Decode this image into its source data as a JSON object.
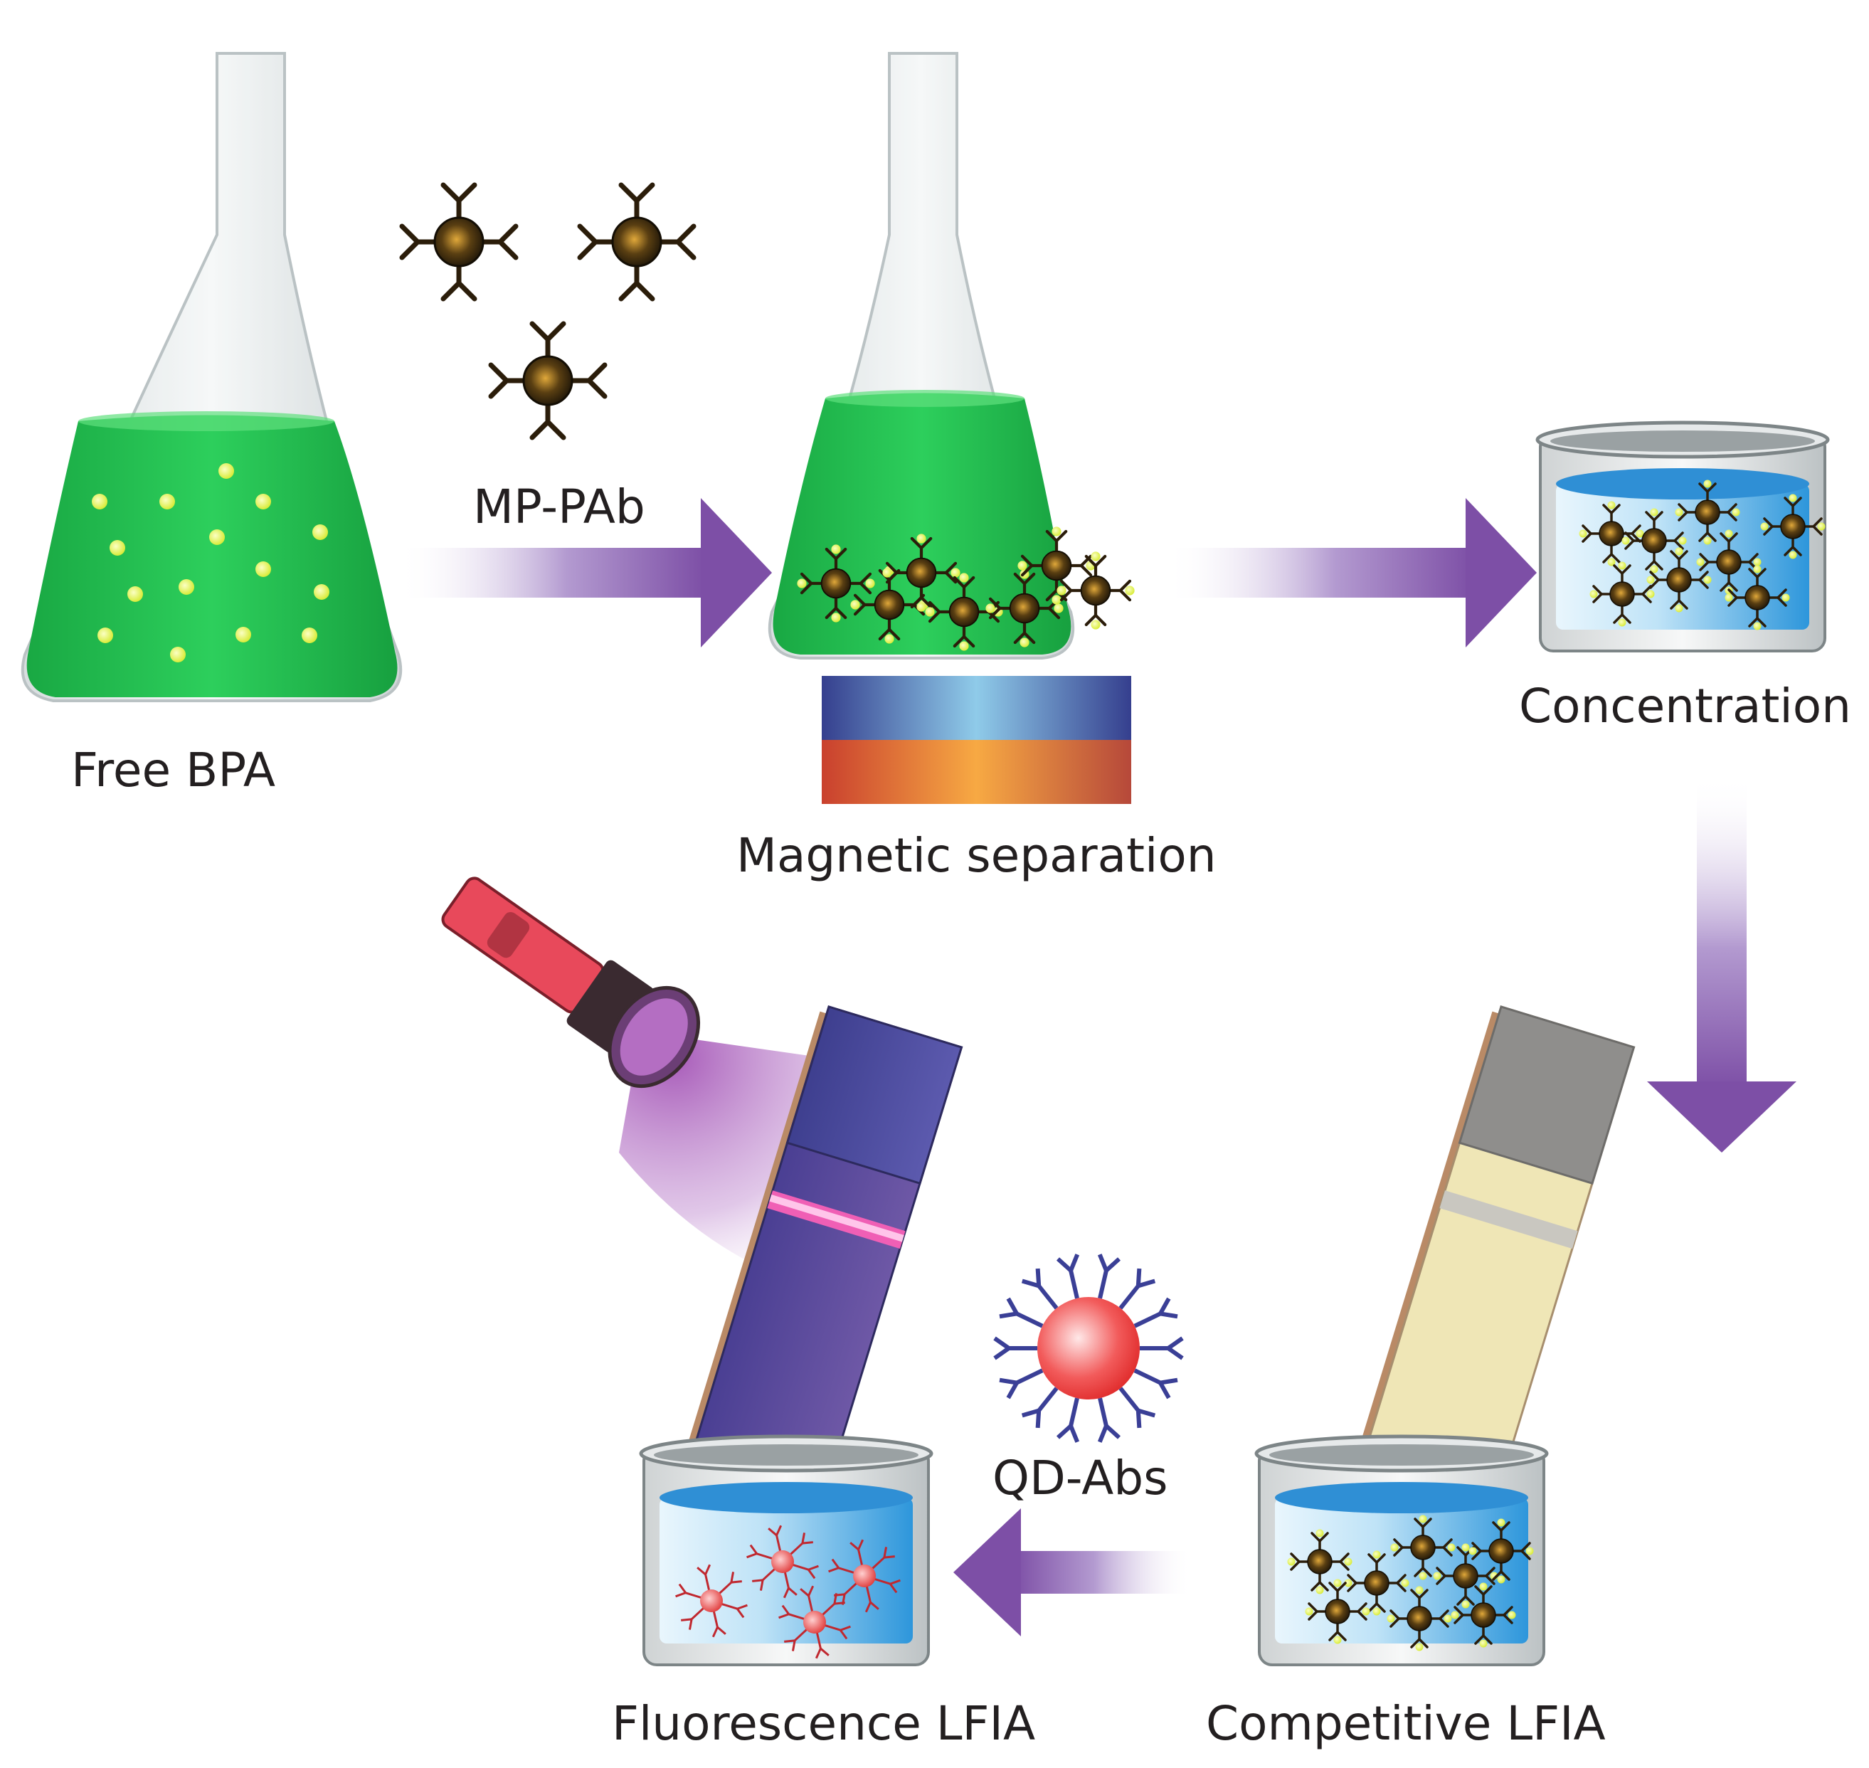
{
  "labels": {
    "free_bpa": "Free BPA",
    "mp_pab": "MP-PAb",
    "magnetic_separation": "Magnetic separation",
    "concentration": "Concentration",
    "qd_abs": "QD-Abs",
    "fluorescence_lfia": "Fluorescence LFIA",
    "competitive_lfia": "Competitive LFIA"
  },
  "colors": {
    "solution_green": "#1fbf4f",
    "bpa_yellow": "#e8f56a",
    "particle_dark": "#3a2a10",
    "arrow_purple": "#8a5bb0",
    "beaker_water": "#2f9be0",
    "magnet_blue": "#3b4a9a",
    "magnet_red": "#d9452a",
    "quantum_dot_red": "#ee3b3b",
    "strip_blue": "#4a4fa8",
    "strip_cream": "#f3e8b3",
    "strip_grey": "#8f8e8c",
    "flashlight_red": "#e8495b"
  }
}
